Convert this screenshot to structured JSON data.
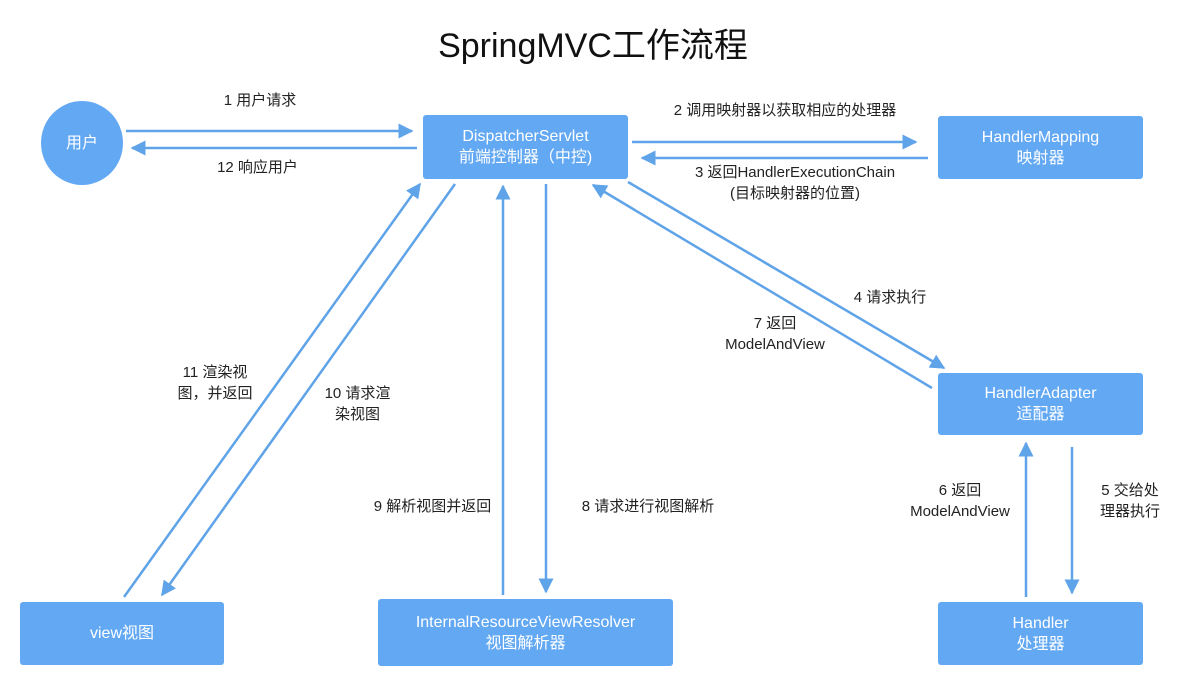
{
  "title": "SpringMVC工作流程",
  "colors": {
    "node": "#63a8f3",
    "edge": "#5fa3e8",
    "text": "#222222"
  },
  "nodes": {
    "user": {
      "line1": "用户"
    },
    "dispatcher": {
      "line1": "DispatcherServlet",
      "line2": "前端控制器（中控)"
    },
    "mapping": {
      "line1": "HandlerMapping",
      "line2": "映射器"
    },
    "adapter": {
      "line1": "HandlerAdapter",
      "line2": "适配器"
    },
    "handler": {
      "line1": "Handler",
      "line2": "处理器"
    },
    "resolver": {
      "line1": "InternalResourceViewResolver",
      "line2": "视图解析器"
    },
    "view": {
      "line1": "view视图"
    }
  },
  "edges": [
    {
      "id": "e1",
      "from": "user",
      "to": "dispatcher",
      "label": [
        "1 用户请求"
      ]
    },
    {
      "id": "e2",
      "from": "dispatcher",
      "to": "mapping",
      "label": [
        "2 调用映射器以获取相应的处理器"
      ]
    },
    {
      "id": "e3",
      "from": "mapping",
      "to": "dispatcher",
      "label": [
        "3 返回HandlerExecutionChain",
        "(目标映射器的位置)"
      ]
    },
    {
      "id": "e4",
      "from": "dispatcher",
      "to": "adapter",
      "label": [
        "4 请求执行"
      ]
    },
    {
      "id": "e5",
      "from": "adapter",
      "to": "handler",
      "label": [
        "5 交给处",
        "理器执行"
      ]
    },
    {
      "id": "e6",
      "from": "handler",
      "to": "adapter",
      "label": [
        "6 返回",
        "ModelAndView"
      ]
    },
    {
      "id": "e7",
      "from": "adapter",
      "to": "dispatcher",
      "label": [
        "7 返回",
        "ModelAndView"
      ]
    },
    {
      "id": "e8",
      "from": "dispatcher",
      "to": "resolver",
      "label": [
        "8 请求进行视图解析"
      ]
    },
    {
      "id": "e9",
      "from": "resolver",
      "to": "dispatcher",
      "label": [
        "9 解析视图并返回"
      ]
    },
    {
      "id": "e10",
      "from": "dispatcher",
      "to": "view",
      "label": [
        "10 请求渲",
        "染视图"
      ]
    },
    {
      "id": "e11",
      "from": "view",
      "to": "dispatcher",
      "label": [
        "11 渲染视",
        "图，并返回"
      ]
    },
    {
      "id": "e12",
      "from": "dispatcher",
      "to": "user",
      "label": [
        "12 响应用户"
      ]
    }
  ]
}
